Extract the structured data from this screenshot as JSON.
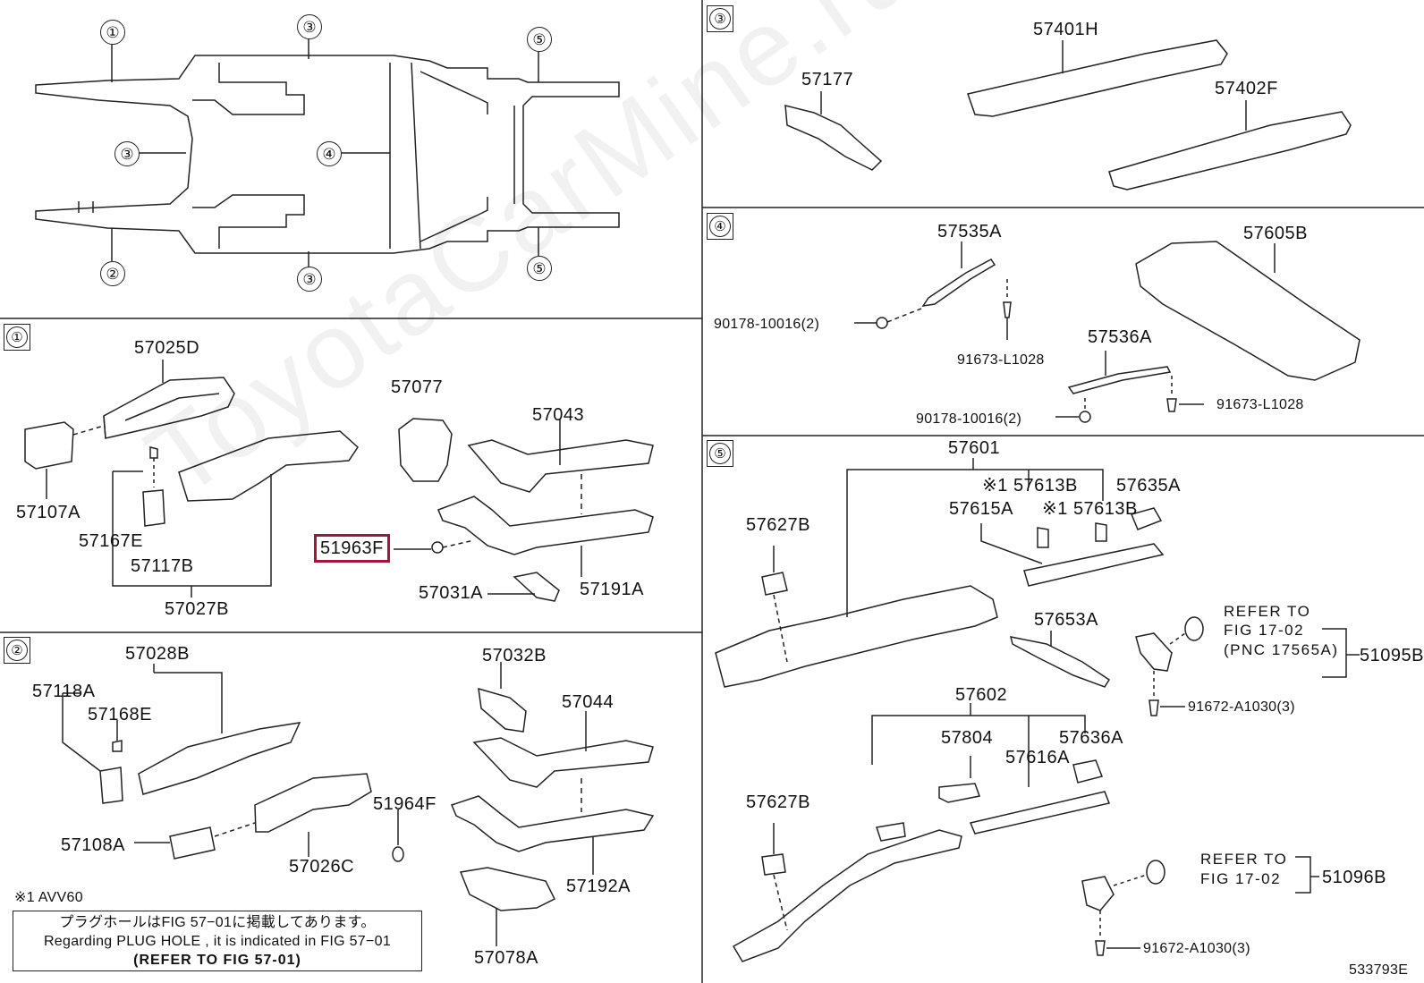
{
  "watermark": "ToyotaCarMine.ru",
  "overview": {
    "callouts": [
      "①",
      "②",
      "③",
      "③",
      "③",
      "④",
      "⑤",
      "⑤"
    ]
  },
  "sections": {
    "s1": "①",
    "s2": "②",
    "s3": "③",
    "s4": "④",
    "s5": "⑤"
  },
  "labels": {
    "p57025D": "57025D",
    "p57107A": "57107A",
    "p57167E": "57167E",
    "p57117B": "57117B",
    "p57027B": "57027B",
    "p57077": "57077",
    "p57043": "57043",
    "p51963F": "51963F",
    "p57031A": "57031A",
    "p57191A": "57191A",
    "p57028B": "57028B",
    "p57118A": "57118A",
    "p57168E": "57168E",
    "p57108A": "57108A",
    "p57026C": "57026C",
    "p51964F": "51964F",
    "p57032B": "57032B",
    "p57044": "57044",
    "p57192A": "57192A",
    "p57078A": "57078A",
    "p57177": "57177",
    "p57401H": "57401H",
    "p57402F": "57402F",
    "p57535A": "57535A",
    "p57605B": "57605B",
    "p90178a": "90178-10016(2)",
    "p91673a": "91673-L1028",
    "p57536A": "57536A",
    "p90178b": "90178-10016(2)",
    "p91673b": "91673-L1028",
    "p57601": "57601",
    "p57613B_1": "※1 57613B",
    "p57635A": "57635A",
    "p57615A": "57615A",
    "p57613B_2": "※1 57613B",
    "p57627B_1": "57627B",
    "p57653A": "57653A",
    "ref1_l1": "REFER TO",
    "ref1_l2": "FIG 17-02",
    "ref1_l3": "(PNC 17565A)",
    "p51095B": "51095B",
    "p91672a": "91672-A1030(3)",
    "p57602": "57602",
    "p57804": "57804",
    "p57636A": "57636A",
    "p57616A": "57616A",
    "p57627B_2": "57627B",
    "ref2_l1": "REFER TO",
    "ref2_l2": "FIG 17-02",
    "p51096B": "51096B",
    "p91672b": "91672-A1030(3)"
  },
  "footnote": "※1  AVV60",
  "note": {
    "jp": "プラグホールはFIG 57−01に掲載してあります。",
    "en": "Regarding PLUG HOLE , it is indicated in FIG 57−01",
    "ref": "(REFER TO FIG 57-01)"
  },
  "figure_id": "533793E",
  "colors": {
    "highlight": "#a3163a",
    "line": "#222222"
  }
}
